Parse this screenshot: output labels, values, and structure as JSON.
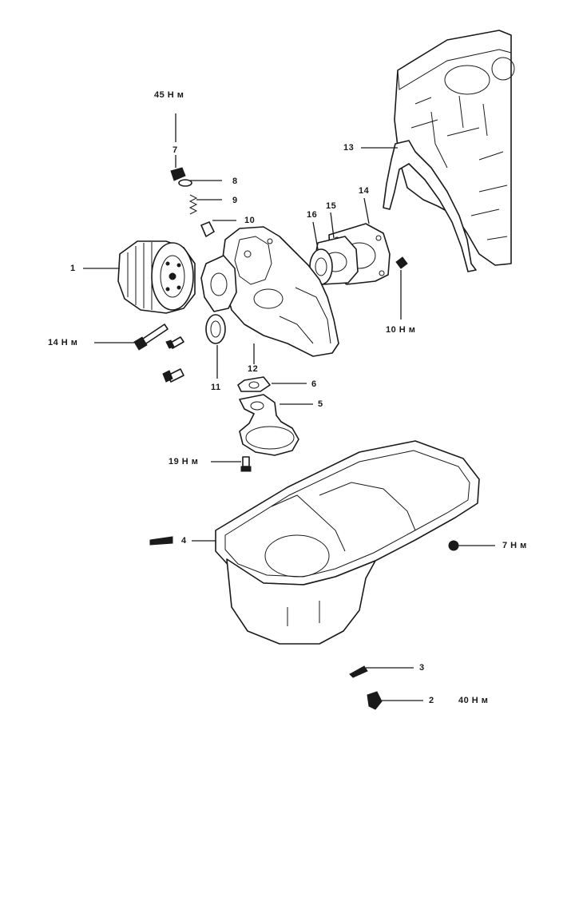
{
  "labels": {
    "p1": "1",
    "p2": "2",
    "p3": "3",
    "p4": "4",
    "p5": "5",
    "p6": "6",
    "p7": "7",
    "p8": "8",
    "p9": "9",
    "p10": "10",
    "p11": "11",
    "p12": "12",
    "p13": "13",
    "p14": "14",
    "p15": "15",
    "p16": "16"
  },
  "torques": {
    "t45": "45 Н м",
    "t14": "14 Н м",
    "t10": "10 Н м",
    "t19": "19 Н м",
    "t7": "7 Н м",
    "t40": "40 Н м"
  }
}
